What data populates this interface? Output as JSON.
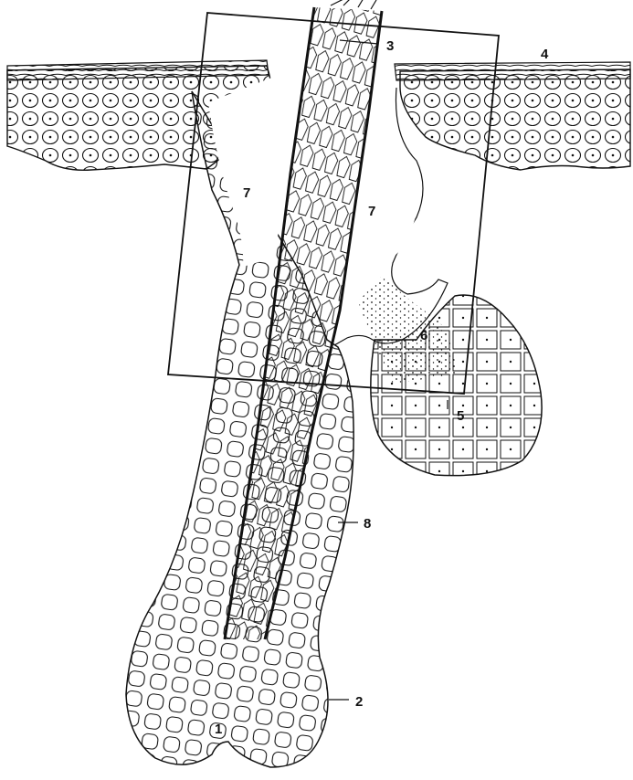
{
  "figure": {
    "labels": [
      {
        "id": "label-1",
        "text": "1"
      },
      {
        "id": "label-2",
        "text": "2"
      },
      {
        "id": "label-3",
        "text": "3"
      },
      {
        "id": "label-4",
        "text": "4"
      },
      {
        "id": "label-5",
        "text": "5"
      },
      {
        "id": "label-6",
        "text": "6"
      },
      {
        "id": "label-7a",
        "text": "7"
      },
      {
        "id": "label-7b",
        "text": "7"
      },
      {
        "id": "label-8",
        "text": "8"
      }
    ]
  }
}
